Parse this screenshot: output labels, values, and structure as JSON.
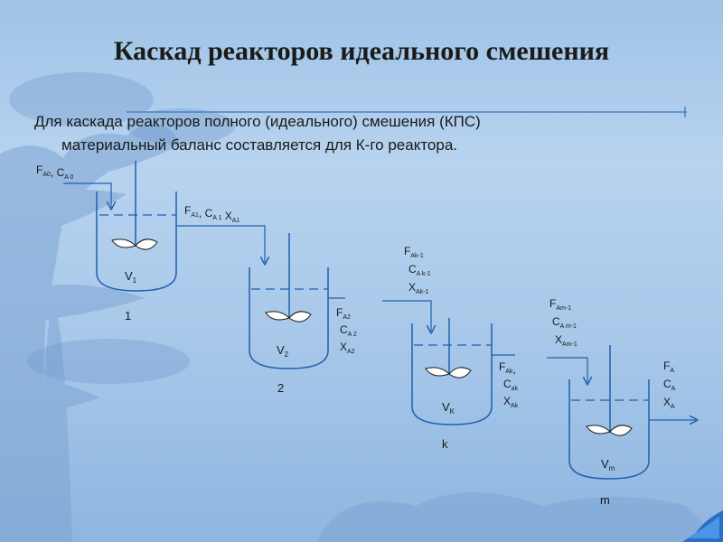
{
  "title": "Каскад реакторов идеального смешения",
  "text": {
    "line1": "Для каскада реакторов полного (идеального) смешения (КПС)",
    "line2": "материальный баланс составляется для К-го реактора."
  },
  "colors": {
    "line": "#1f5fae",
    "text": "#1a1a1a"
  },
  "reactors": [
    {
      "id": "1",
      "volume": {
        "main": "V",
        "sub": "1"
      },
      "number": "1",
      "inlet": [
        {
          "parts": [
            [
              "F",
              "A0"
            ],
            [
              ", C",
              "A 0"
            ]
          ]
        }
      ],
      "outlet": [
        {
          "parts": [
            [
              "F",
              "A1"
            ],
            [
              ", C",
              "A 1"
            ],
            [
              " X",
              "A1"
            ]
          ]
        }
      ]
    },
    {
      "id": "2",
      "volume": {
        "main": "V",
        "sub": "2"
      },
      "number": "2",
      "outlet": [
        {
          "parts": [
            [
              "F",
              "A2"
            ]
          ]
        },
        {
          "parts": [
            [
              "C",
              "A 2"
            ]
          ]
        },
        {
          "parts": [
            [
              "X",
              "A2"
            ]
          ]
        }
      ]
    },
    {
      "id": "k",
      "volume": {
        "main": "V",
        "sub": "K"
      },
      "number": "k",
      "inlet": [
        {
          "parts": [
            [
              "F",
              "Ak-1"
            ]
          ]
        },
        {
          "parts": [
            [
              "C",
              "A k-1"
            ]
          ]
        },
        {
          "parts": [
            [
              "X",
              "Ak-1"
            ]
          ]
        }
      ],
      "outlet": [
        {
          "parts": [
            [
              "F",
              "Ak"
            ],
            [
              ",",
              ""
            ]
          ]
        },
        {
          "parts": [
            [
              "C",
              "ak"
            ]
          ]
        },
        {
          "parts": [
            [
              "X",
              "Ak"
            ]
          ]
        }
      ]
    },
    {
      "id": "m",
      "volume": {
        "main": "V",
        "sub": "m"
      },
      "number": "m",
      "inlet": [
        {
          "parts": [
            [
              "F",
              "Am-1"
            ]
          ]
        },
        {
          "parts": [
            [
              "C",
              "A m-1"
            ]
          ]
        },
        {
          "parts": [
            [
              "X",
              "Am-1"
            ]
          ]
        }
      ],
      "outlet": [
        {
          "parts": [
            [
              "F",
              "A"
            ]
          ]
        },
        {
          "parts": [
            [
              "C",
              "A"
            ]
          ]
        },
        {
          "parts": [
            [
              "X",
              "A"
            ]
          ]
        }
      ]
    }
  ]
}
